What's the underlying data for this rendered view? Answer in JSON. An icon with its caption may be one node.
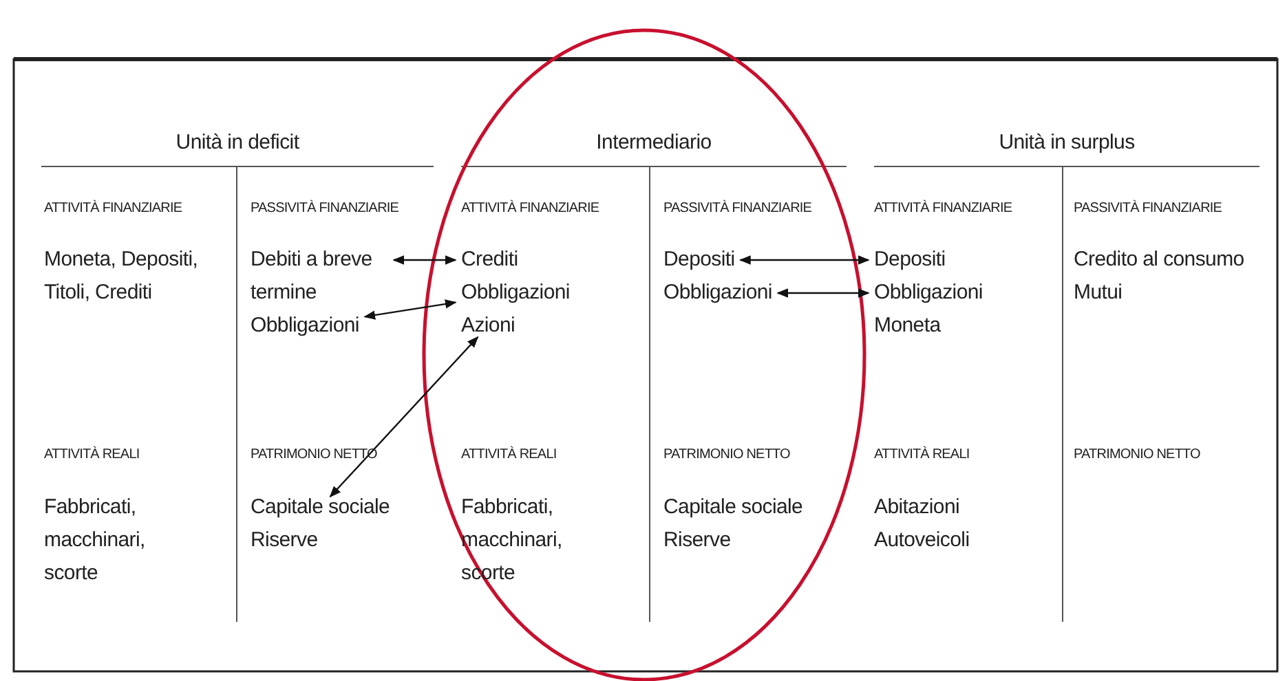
{
  "diagram": {
    "nodes": [
      {
        "text": [
          "Debiti a breve termine"
        ]
      },
      {
        "text": [
          "Obbligazioni"
        ]
      },
      {
        "text": [
          "Crediti"
        ]
      },
      {
        "text": [
          "Obbligazioni"
        ]
      },
      {
        "text": [
          "Azioni"
        ]
      },
      {
        "text": [
          "Depositi"
        ]
      },
      {
        "text": [
          "Obbligazioni"
        ]
      },
      {
        "text": [
          "Depositi"
        ]
      },
      {
        "text": [
          "Obbligazioni"
        ]
      },
      {
        "text": [
          "Capitale sociale"
        ]
      }
    ],
    "edges": [
      {
        "from": 0,
        "to": 2,
        "arrow": "both"
      },
      {
        "from": 1,
        "to": 3,
        "arrow": "both"
      },
      {
        "from": 9,
        "to": 4,
        "arrow": "both"
      },
      {
        "from": 5,
        "to": 7,
        "arrow": "both"
      },
      {
        "from": 6,
        "to": 8,
        "arrow": "both"
      }
    ],
    "labels": [
      "Unità in deficit",
      "Intermediario",
      "Unità in surplus",
      "ATTIVITÀ FINANZIARIE",
      "PASSIVITÀ FINANZIARIE",
      "ATTIVITÀ FINANZIARIE",
      "PASSIVITÀ FINANZIARIE",
      "ATTIVITÀ FINANZIARIE",
      "PASSIVITÀ FINANZIARIE",
      "Moneta, Depositi, Titoli, Crediti",
      "Moneta",
      "Credito al consumo",
      "Mutui",
      "ATTIVITÀ REALI",
      "PATRIMONIO NETTO",
      "ATTIVITÀ REALI",
      "PATRIMONIO NETTO",
      "ATTIVITÀ REALI",
      "PATRIMONIO NETTO",
      "Fabbricati, macchinari, scorte",
      "Riserve",
      "Fabbricati, macchinari, scorte",
      "Capitale sociale",
      "Riserve",
      "Abitazioni",
      "Autoveicoli"
    ]
  }
}
